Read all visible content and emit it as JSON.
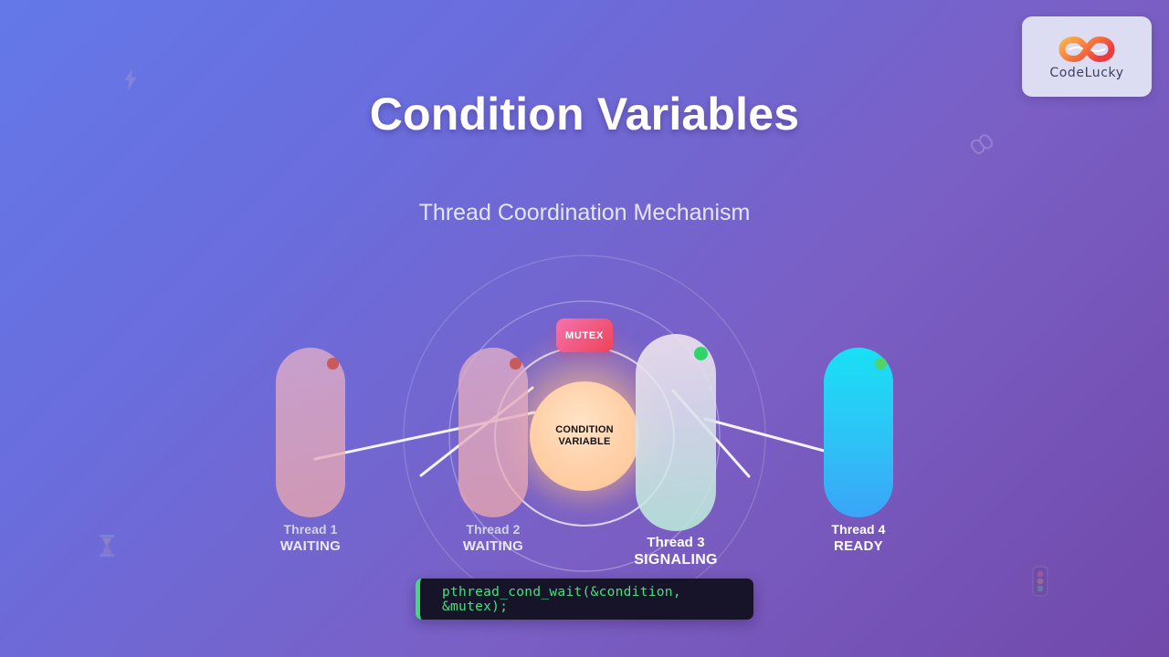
{
  "brand": {
    "name": "CodeLucky",
    "mark_icon": "infinity-icon",
    "mark_color_start": "#f9a94c",
    "mark_color_end": "#ef3b3b"
  },
  "header": {
    "title": "Condition Variables",
    "subtitle": "Thread Coordination Mechanism"
  },
  "center": {
    "label": "CONDITION\nVARIABLE",
    "core_color": "#ffd0a8",
    "glow_color": "#ffba84"
  },
  "mutex": {
    "label": "MUTEX",
    "color_start": "#f573ad",
    "color_end": "#ef4356"
  },
  "threads": [
    {
      "name": "Thread 1",
      "state": "WAITING",
      "status_color": "#c85a5a",
      "pill_color_start": "#e0aecb",
      "pill_color_end": "#eaa6ac",
      "active": false
    },
    {
      "name": "Thread 2",
      "state": "WAITING",
      "status_color": "#c85a5a",
      "pill_color_start": "#e0aecb",
      "pill_color_end": "#eaa6ac",
      "active": false
    },
    {
      "name": "Thread 3",
      "state": "SIGNALING",
      "status_color": "#2fd46a",
      "pill_color_start": "#f0e4ee",
      "pill_color_end": "#b9ead9",
      "active": true
    },
    {
      "name": "Thread 4",
      "state": "READY",
      "status_color": "#4fd36a",
      "pill_color_start": "#19e0f5",
      "pill_color_end": "#3aa5f7",
      "active": true
    }
  ],
  "code": {
    "snippet": "pthread_cond_wait(&condition, &mutex);",
    "text_color": "#46e07f",
    "accent_color": "#3ddb7e",
    "background_color": "#171429"
  },
  "decorations": [
    {
      "icon": "lightning-bolt-icon"
    },
    {
      "icon": "link-chain-icon"
    },
    {
      "icon": "hourglass-icon"
    },
    {
      "icon": "traffic-light-icon"
    }
  ],
  "background": {
    "color_start": "#6478e8",
    "color_end": "#7149ab"
  }
}
